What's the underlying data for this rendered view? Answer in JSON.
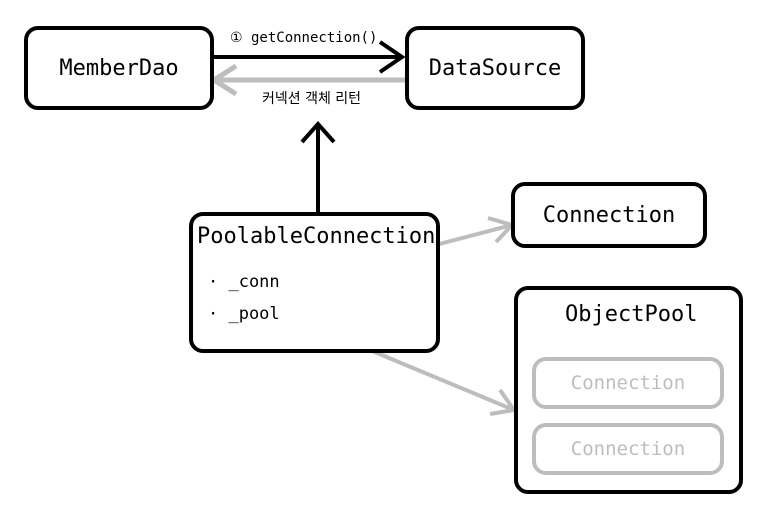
{
  "nodes": {
    "member_dao": "MemberDao",
    "data_source": "DataSource",
    "connection": "Connection",
    "poolable_connection": "PoolableConnection",
    "object_pool": "ObjectPool",
    "pooled_connection_1": "Connection",
    "pooled_connection_2": "Connection"
  },
  "fields": {
    "conn": "· _conn",
    "pool": "· _pool"
  },
  "edges": {
    "get_connection": "① getConnection()",
    "return_connection": "커넥션 객체 리턴"
  },
  "colors": {
    "primary": "#000000",
    "muted": "#bdbdbd"
  }
}
